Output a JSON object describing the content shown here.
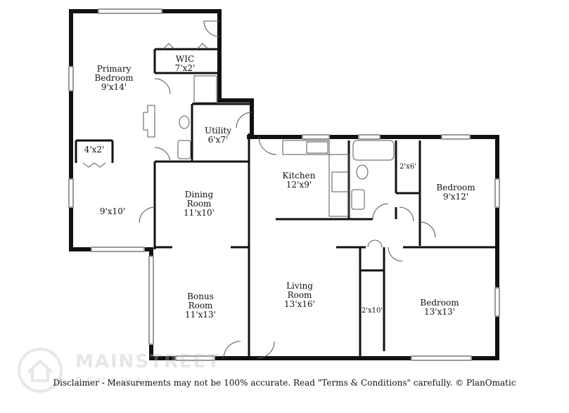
{
  "rooms": {
    "primary_bedroom": {
      "name_line1": "Primary",
      "name_line2": "Bedroom",
      "dims": "9'x14'"
    },
    "wic": {
      "name": "WIC",
      "dims": "7'x2'"
    },
    "utility": {
      "name": "Utility",
      "dims": "6'x7'"
    },
    "closet_4x2": {
      "dims": "4'x2'"
    },
    "area_9x10": {
      "dims": "9'x10'"
    },
    "kitchen": {
      "name": "Kitchen",
      "dims": "12'x9'"
    },
    "dining_room": {
      "name_line1": "Dining",
      "name_line2": "Room",
      "dims": "11'x10'"
    },
    "bedroom_1": {
      "name": "Bedroom",
      "dims": "9'x12'"
    },
    "closet_2x6": {
      "dims": "2'x6'"
    },
    "bonus_room": {
      "name_line1": "Bonus",
      "name_line2": "Room",
      "dims": "11'x13'"
    },
    "living_room": {
      "name_line1": "Living",
      "name_line2": "Room",
      "dims": "13'x16'"
    },
    "closet_2x10": {
      "dims": "2'x10'"
    },
    "bedroom_2": {
      "name": "Bedroom",
      "dims": "13'x13'"
    }
  },
  "disclaimer": "Disclaimer - Measurements may not be 100% accurate. Read \"Terms & Conditions\" carefully. © PlanOmatic",
  "watermark": {
    "line1": "MAINSTREET",
    "line2": "RENEWAL"
  },
  "colors": {
    "wall": "#111111",
    "window": "#9a9a9a",
    "fixture": "#555555"
  }
}
